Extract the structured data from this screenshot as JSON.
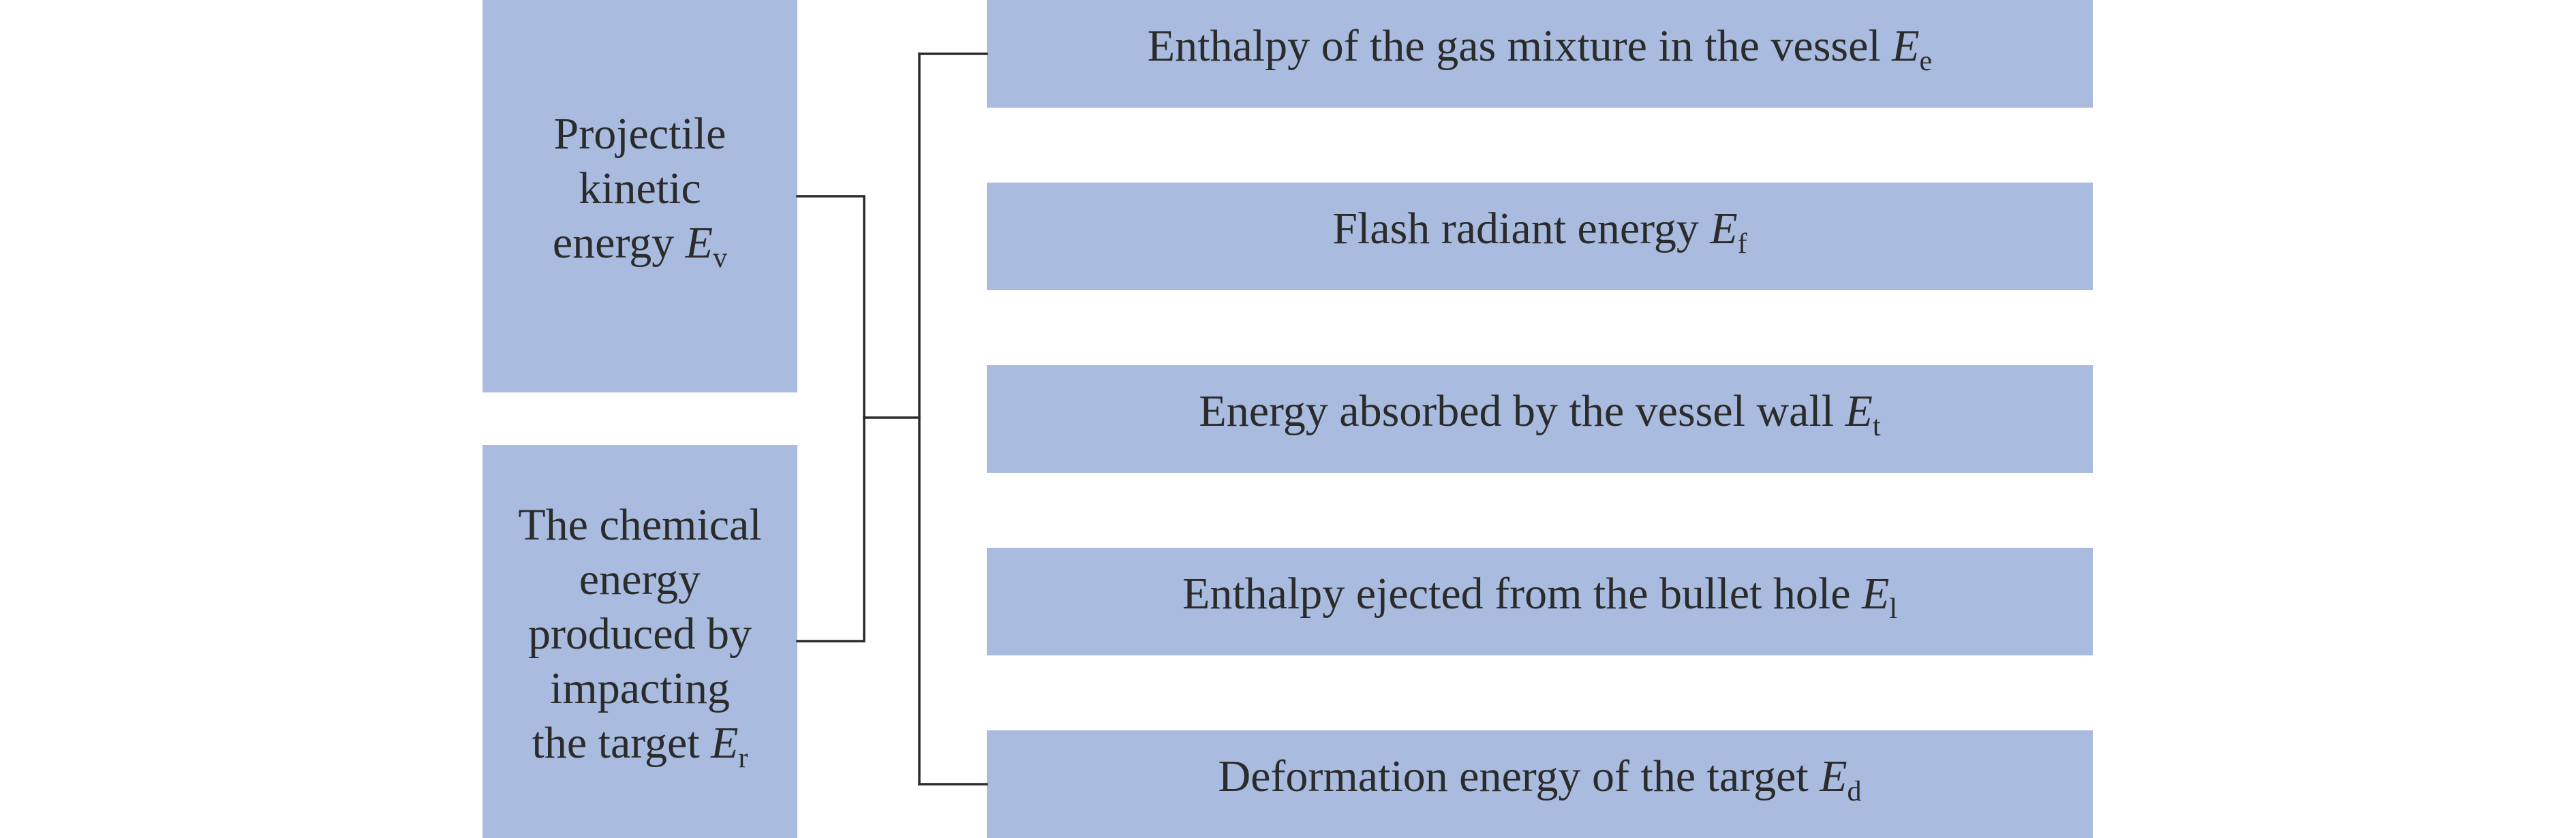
{
  "colors": {
    "box_fill": "#a9bcdf",
    "line": "#2b2b2b",
    "text": "#2b2b2b"
  },
  "sources": [
    {
      "lines": [
        "Projectile",
        "kinetic",
        "energy"
      ],
      "symbol": "E",
      "subscript": "v"
    },
    {
      "lines": [
        "The chemical",
        "energy",
        "produced by",
        "impacting",
        "the target"
      ],
      "symbol": "E",
      "subscript": "r"
    }
  ],
  "targets": [
    {
      "label": "Enthalpy of the gas mixture in the vessel",
      "symbol": "E",
      "subscript": "e"
    },
    {
      "label": "Flash radiant energy",
      "symbol": "E",
      "subscript": "f"
    },
    {
      "label": "Energy absorbed by the vessel wall",
      "symbol": "E",
      "subscript": "t"
    },
    {
      "label": "Enthalpy ejected from the bullet hole",
      "symbol": "E",
      "subscript": "l"
    },
    {
      "label": "Deformation energy of the target",
      "symbol": "E",
      "subscript": "d"
    }
  ]
}
